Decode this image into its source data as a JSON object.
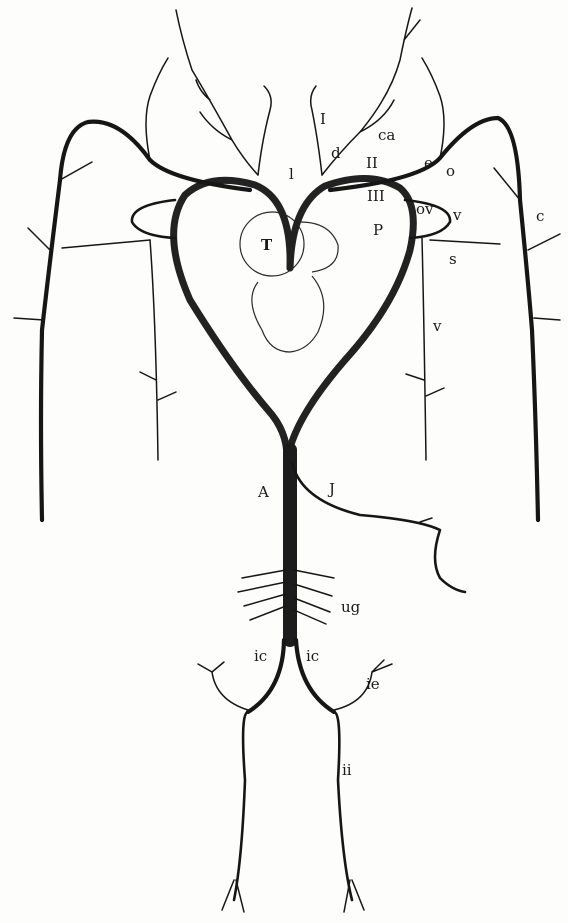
{
  "labels": {
    "I": "I",
    "ca": "ca",
    "d": "d",
    "l": "l",
    "II": "II",
    "e": "e",
    "o": "o",
    "III": "III",
    "ov": "ov",
    "v_upper": "v",
    "c": "c",
    "T": "T",
    "P": "P",
    "s": "s",
    "v_lower": "v",
    "A": "A",
    "J": "J",
    "ug": "ug",
    "ic_left": "ic",
    "ic_right": "ic",
    "ie": "ie",
    "ii": "ii"
  }
}
